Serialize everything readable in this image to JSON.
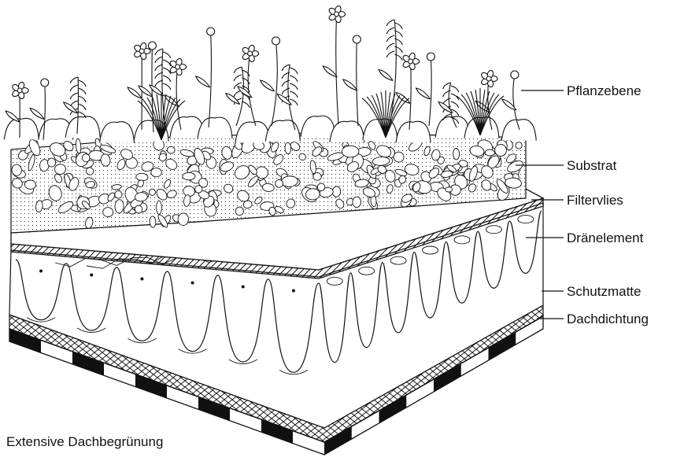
{
  "caption": "Extensive Dachbegrünung",
  "layers": [
    {
      "id": "pflanzebene",
      "label": "Pflanzebene"
    },
    {
      "id": "substrat",
      "label": "Substrat"
    },
    {
      "id": "filtervlies",
      "label": "Filtervlies"
    },
    {
      "id": "draenelement",
      "label": "Dränelement"
    },
    {
      "id": "schutzmatte",
      "label": "Schutzmatte"
    },
    {
      "id": "dachdichtung",
      "label": "Dachdichtung"
    }
  ],
  "colors": {
    "line": "#111111",
    "background": "#ffffff",
    "fill": "#ffffff"
  }
}
